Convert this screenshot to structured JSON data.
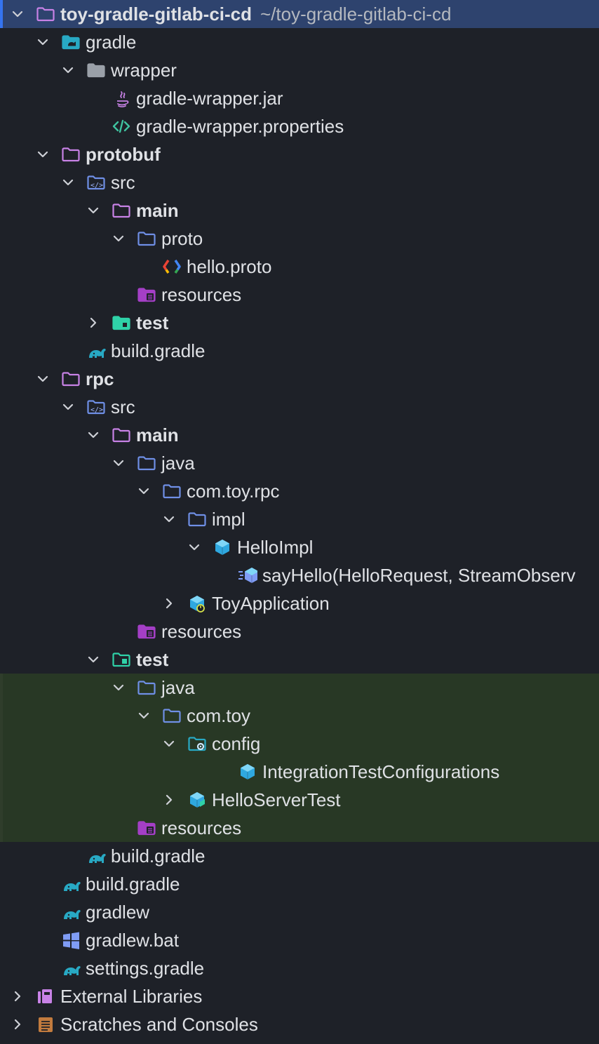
{
  "colors": {
    "accent": "#3574f0",
    "selection": "#2e436e",
    "test_highlight": "#283825",
    "module_folder": "#c882e6",
    "source_folder": "#6f8fe6",
    "test_folder": "#2fd2a8",
    "resource_folder": "#a43fc6",
    "gradle": "#28a9c4"
  },
  "project_tree": {
    "rows": [
      {
        "label": "toy-gradle-gitlab-ci-cd",
        "path": "~/toy-gradle-gitlab-ci-cd",
        "icon": "module-folder-icon",
        "depth": 0,
        "chevron": "down",
        "bold": true,
        "selected": true
      },
      {
        "label": "gradle",
        "icon": "gradle-folder-icon",
        "depth": 1,
        "chevron": "down"
      },
      {
        "label": "wrapper",
        "icon": "folder-gray-icon",
        "depth": 2,
        "chevron": "down"
      },
      {
        "label": "gradle-wrapper.jar",
        "icon": "java-jar-icon",
        "depth": 3,
        "chevron": "none"
      },
      {
        "label": "gradle-wrapper.properties",
        "icon": "properties-file-icon",
        "depth": 3,
        "chevron": "none"
      },
      {
        "label": "protobuf",
        "icon": "module-folder-icon",
        "depth": 1,
        "chevron": "down",
        "bold": true
      },
      {
        "label": "src",
        "icon": "src-folder-icon",
        "depth": 2,
        "chevron": "down"
      },
      {
        "label": "main",
        "icon": "module-folder-icon",
        "depth": 3,
        "chevron": "down",
        "bold": true
      },
      {
        "label": "proto",
        "icon": "source-folder-icon",
        "depth": 4,
        "chevron": "down"
      },
      {
        "label": "hello.proto",
        "icon": "proto-file-icon",
        "depth": 5,
        "chevron": "none"
      },
      {
        "label": "resources",
        "icon": "resources-folder-icon",
        "depth": 4,
        "chevron": "none"
      },
      {
        "label": "test",
        "icon": "test-folder-filled-icon",
        "depth": 3,
        "chevron": "right",
        "bold": true
      },
      {
        "label": "build.gradle",
        "icon": "gradle-elephant-icon",
        "depth": 2,
        "chevron": "none"
      },
      {
        "label": "rpc",
        "icon": "module-folder-icon",
        "depth": 1,
        "chevron": "down",
        "bold": true
      },
      {
        "label": "src",
        "icon": "src-folder-icon",
        "depth": 2,
        "chevron": "down"
      },
      {
        "label": "main",
        "icon": "module-folder-icon",
        "depth": 3,
        "chevron": "down",
        "bold": true
      },
      {
        "label": "java",
        "icon": "source-folder-icon",
        "depth": 4,
        "chevron": "down"
      },
      {
        "label": "com.toy.rpc",
        "icon": "source-folder-icon",
        "depth": 5,
        "chevron": "down"
      },
      {
        "label": "impl",
        "icon": "source-folder-icon",
        "depth": 6,
        "chevron": "down"
      },
      {
        "label": "HelloImpl",
        "icon": "class-icon",
        "depth": 7,
        "chevron": "down"
      },
      {
        "label": "sayHello(HelloRequest, StreamObserv",
        "icon": "method-icon",
        "depth": 8,
        "chevron": "none"
      },
      {
        "label": "ToyApplication",
        "icon": "spring-class-icon",
        "depth": 6,
        "chevron": "right"
      },
      {
        "label": "resources",
        "icon": "resources-folder-icon",
        "depth": 4,
        "chevron": "none"
      },
      {
        "label": "test",
        "icon": "test-folder-icon",
        "depth": 3,
        "chevron": "down",
        "bold": true
      },
      {
        "label": "java",
        "icon": "source-folder-icon",
        "depth": 4,
        "chevron": "down",
        "highlight": true
      },
      {
        "label": "com.toy",
        "icon": "source-folder-icon",
        "depth": 5,
        "chevron": "down",
        "highlight": true
      },
      {
        "label": "config",
        "icon": "config-folder-icon",
        "depth": 6,
        "chevron": "down",
        "highlight": true
      },
      {
        "label": "IntegrationTestConfigurations",
        "icon": "class-icon",
        "depth": 8,
        "chevron": "none",
        "highlight": true
      },
      {
        "label": "HelloServerTest",
        "icon": "test-class-icon",
        "depth": 6,
        "chevron": "right",
        "highlight": true
      },
      {
        "label": "resources",
        "icon": "resources-folder-icon",
        "depth": 4,
        "chevron": "none",
        "highlight": true
      },
      {
        "label": "build.gradle",
        "icon": "gradle-elephant-icon",
        "depth": 2,
        "chevron": "none"
      },
      {
        "label": "build.gradle",
        "icon": "gradle-elephant-icon",
        "depth": 1,
        "chevron": "none"
      },
      {
        "label": "gradlew",
        "icon": "gradle-elephant-icon",
        "depth": 1,
        "chevron": "none"
      },
      {
        "label": "gradlew.bat",
        "icon": "windows-icon",
        "depth": 1,
        "chevron": "none"
      },
      {
        "label": "settings.gradle",
        "icon": "gradle-elephant-icon",
        "depth": 1,
        "chevron": "none"
      },
      {
        "label": "External Libraries",
        "icon": "libraries-icon",
        "depth": 0,
        "chevron": "right"
      },
      {
        "label": "Scratches and Consoles",
        "icon": "scratches-icon",
        "depth": 0,
        "chevron": "right"
      }
    ]
  }
}
